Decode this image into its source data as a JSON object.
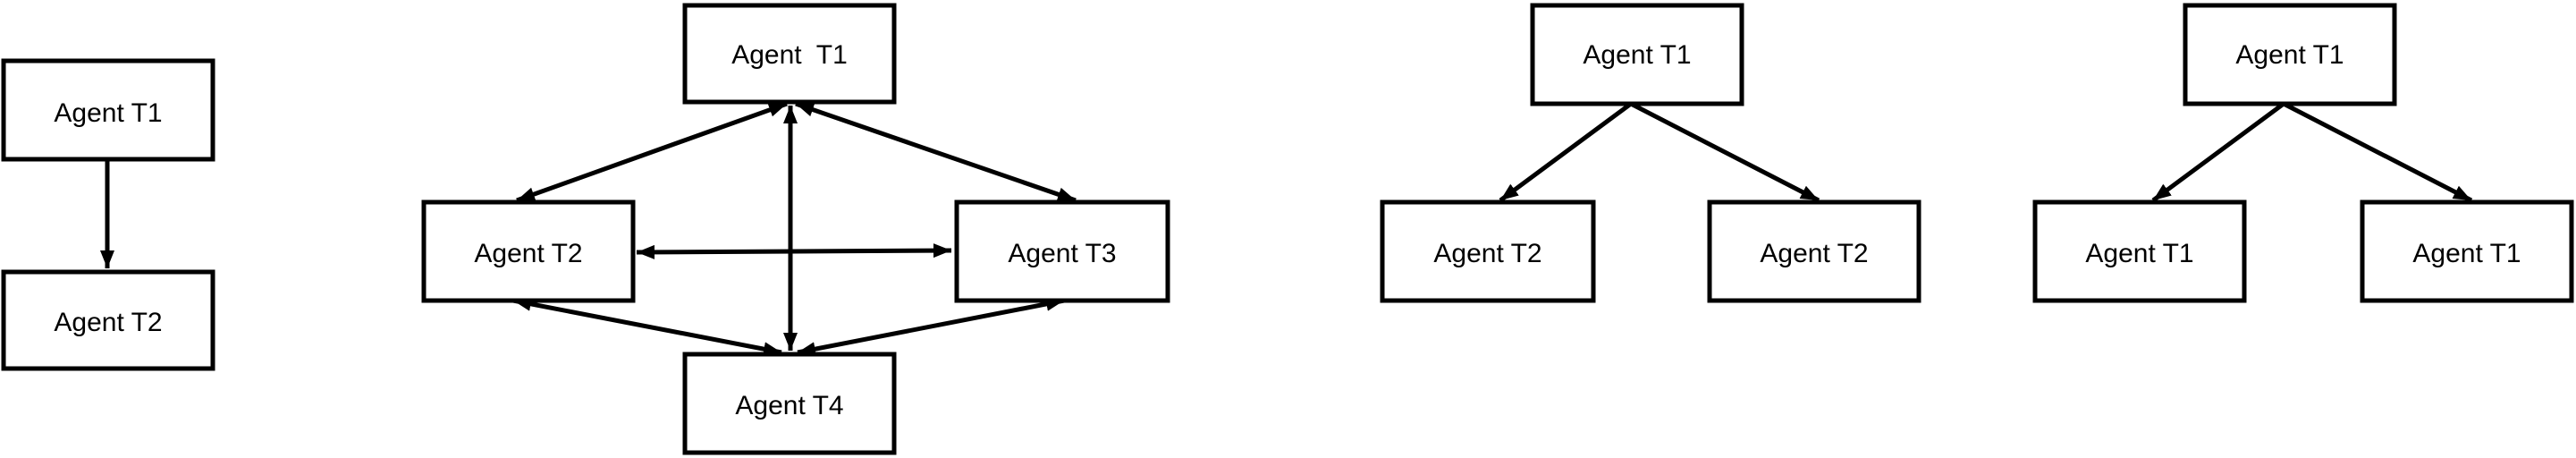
{
  "diagrams": [
    {
      "nodes": [
        {
          "id": "a1",
          "label": "Agent T1"
        },
        {
          "id": "a2",
          "label": "Agent T2"
        }
      ],
      "edges": [
        {
          "from": "a1",
          "to": "a2",
          "arrow": "end"
        }
      ]
    },
    {
      "nodes": [
        {
          "id": "b1",
          "label": "Agent  T1"
        },
        {
          "id": "b2",
          "label": "Agent T2"
        },
        {
          "id": "b3",
          "label": "Agent T3"
        },
        {
          "id": "b4",
          "label": "Agent T4"
        }
      ],
      "edges": [
        {
          "from": "b1",
          "to": "b2",
          "arrow": "both"
        },
        {
          "from": "b1",
          "to": "b3",
          "arrow": "both"
        },
        {
          "from": "b1",
          "to": "b4",
          "arrow": "both"
        },
        {
          "from": "b2",
          "to": "b3",
          "arrow": "both"
        },
        {
          "from": "b2",
          "to": "b4",
          "arrow": "both"
        },
        {
          "from": "b3",
          "to": "b4",
          "arrow": "both"
        }
      ]
    },
    {
      "nodes": [
        {
          "id": "c1",
          "label": "Agent T1"
        },
        {
          "id": "c2",
          "label": "Agent T2"
        },
        {
          "id": "c3",
          "label": "Agent T2"
        }
      ],
      "edges": [
        {
          "from": "c1",
          "to": "c2",
          "arrow": "end"
        },
        {
          "from": "c1",
          "to": "c3",
          "arrow": "end"
        }
      ]
    },
    {
      "nodes": [
        {
          "id": "d1",
          "label": "Agent T1"
        },
        {
          "id": "d2",
          "label": "Agent T1"
        },
        {
          "id": "d3",
          "label": "Agent T1"
        }
      ],
      "edges": [
        {
          "from": "d1",
          "to": "d2",
          "arrow": "end"
        },
        {
          "from": "d1",
          "to": "d3",
          "arrow": "end"
        }
      ]
    }
  ]
}
